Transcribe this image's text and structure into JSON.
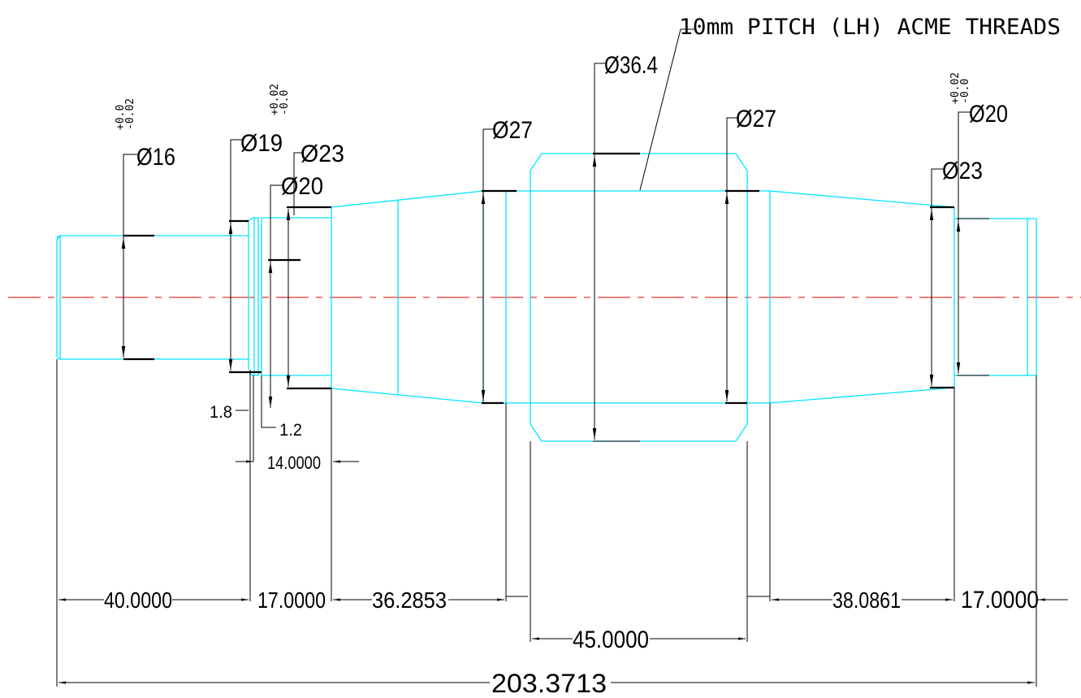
{
  "note": "10mm PITCH (LH) ACME THREADS",
  "diameters": {
    "d16": "Ø16",
    "d19": "Ø19",
    "d23_left": "Ø23",
    "d20_left": "Ø20",
    "d27_left": "Ø27",
    "d36_4": "Ø36.4",
    "d27_right": "Ø27",
    "d23_right": "Ø23",
    "d20_right": "Ø20"
  },
  "tolerances": {
    "left": {
      "upper": "+0.0",
      "lower": "-0.02"
    },
    "mid": {
      "upper": "+0.02",
      "lower": "-0.0"
    },
    "right": {
      "upper": "+0.02",
      "lower": "-0.0"
    }
  },
  "small_dims": {
    "d1_8": "1.8",
    "d1_2": "1.2",
    "d14": "14.0000"
  },
  "lengths": {
    "l40": "40.0000",
    "l17_left": "17.0000",
    "l36": "36.2853",
    "l45": "45.0000",
    "l38": "38.0861",
    "l17_right": "17.0000",
    "total": "203.3713"
  }
}
